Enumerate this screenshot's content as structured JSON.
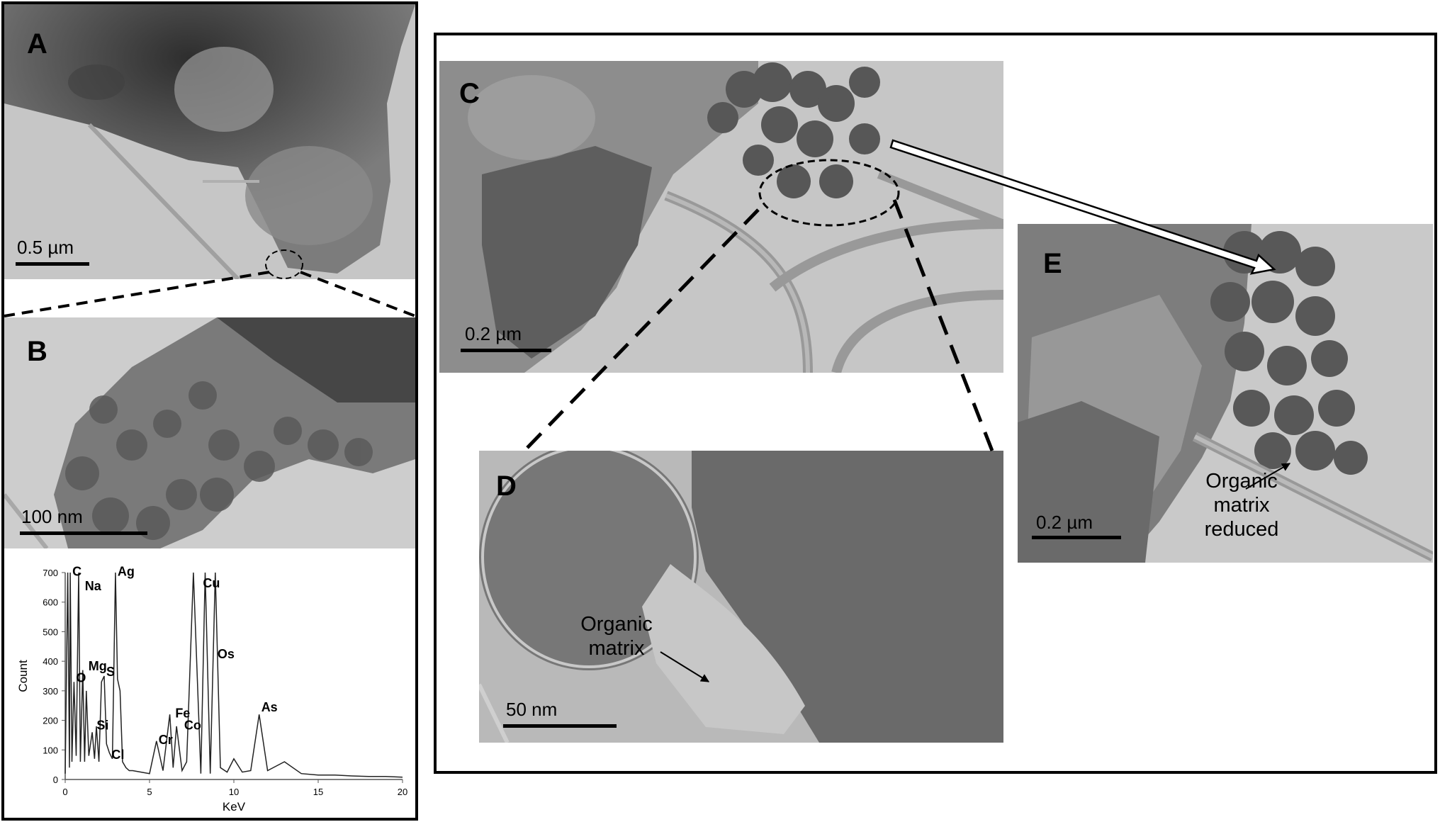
{
  "panels": {
    "A": {
      "label": "A",
      "scale": "0.5 µm"
    },
    "B": {
      "label": "B",
      "scale": "100 nm"
    },
    "C": {
      "label": "C",
      "scale": "0.2 µm"
    },
    "D": {
      "label": "D",
      "scale": "50 nm",
      "annotation_line1": "Organic",
      "annotation_line2": "matrix"
    },
    "E": {
      "label": "E",
      "scale": "0.2 µm",
      "annotation_line1": "Organic",
      "annotation_line2": "matrix",
      "annotation_line3": "reduced"
    }
  },
  "chart_data": {
    "type": "line",
    "title": "",
    "xlabel": "KeV",
    "ylabel": "Count",
    "xlim": [
      0,
      20
    ],
    "ylim": [
      0,
      700
    ],
    "xticks": [
      0,
      5,
      10,
      15,
      20
    ],
    "yticks": [
      0,
      100,
      200,
      300,
      400,
      500,
      600,
      700
    ],
    "series": [
      {
        "values_x": [
          0.0,
          0.15,
          0.25,
          0.3,
          0.4,
          0.52,
          0.65,
          0.8,
          0.9,
          1.04,
          1.15,
          1.25,
          1.4,
          1.6,
          1.74,
          1.85,
          2.0,
          2.15,
          2.31,
          2.45,
          2.62,
          2.8,
          2.98,
          3.1,
          3.25,
          3.4,
          3.6,
          3.8,
          4.0,
          4.5,
          5.0,
          5.41,
          5.8,
          6.2,
          6.4,
          6.6,
          6.93,
          7.2,
          7.6,
          8.04,
          8.3,
          8.6,
          8.9,
          9.2,
          9.6,
          10.0,
          10.5,
          11.0,
          11.5,
          12.0,
          13.0,
          14.0,
          15.0,
          16.0,
          17.0,
          18.0,
          19.0,
          20.0
        ],
        "values_y": [
          20,
          700,
          40,
          700,
          60,
          330,
          80,
          700,
          60,
          370,
          60,
          300,
          80,
          160,
          70,
          180,
          60,
          330,
          350,
          120,
          90,
          70,
          700,
          340,
          300,
          60,
          40,
          30,
          30,
          25,
          20,
          130,
          30,
          220,
          40,
          180,
          30,
          60,
          700,
          20,
          700,
          20,
          700,
          40,
          25,
          70,
          25,
          30,
          220,
          30,
          60,
          20,
          15,
          15,
          12,
          10,
          10,
          8
        ]
      }
    ],
    "annotations": [
      {
        "text": "C",
        "x": 0.3,
        "y": 680
      },
      {
        "text": "Na",
        "x": 1.04,
        "y": 630
      },
      {
        "text": "O",
        "x": 0.52,
        "y": 320
      },
      {
        "text": "Mg",
        "x": 1.25,
        "y": 360
      },
      {
        "text": "S",
        "x": 2.31,
        "y": 340
      },
      {
        "text": "Si",
        "x": 1.74,
        "y": 160
      },
      {
        "text": "Cl",
        "x": 2.62,
        "y": 60
      },
      {
        "text": "Ag",
        "x": 2.98,
        "y": 680
      },
      {
        "text": "Cu",
        "x": 8.04,
        "y": 640
      },
      {
        "text": "Os",
        "x": 8.9,
        "y": 400
      },
      {
        "text": "Fe",
        "x": 6.4,
        "y": 200
      },
      {
        "text": "Co",
        "x": 6.93,
        "y": 160
      },
      {
        "text": "Cr",
        "x": 5.41,
        "y": 110
      },
      {
        "text": "As",
        "x": 11.5,
        "y": 220
      }
    ]
  }
}
